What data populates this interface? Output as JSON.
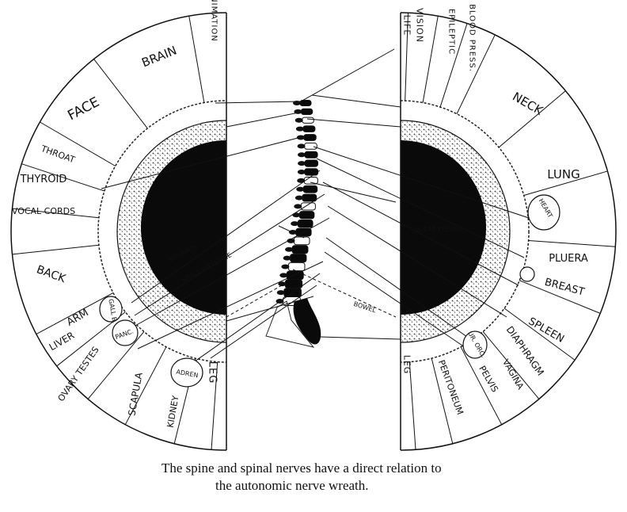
{
  "diagram": {
    "left_zones": [
      "ANIMATION",
      "BRAIN",
      "FACE",
      "THROAT",
      "THYROID",
      "VOCAL CORDS",
      "BACK",
      "ARM",
      "LIVER",
      "OVARY TESTES",
      "SCAPULA",
      "KIDNEY",
      "LEG"
    ],
    "right_zones": [
      "LIFE",
      "VISION",
      "EPILEPTIC",
      "BLOOD PRESS.",
      "NECK",
      "LUNG",
      "PLUERA",
      "BREAST",
      "SPLEEN",
      "DIAPHRAGM",
      "VAGINA",
      "PELVIS",
      "PERITONEUM",
      "LEG"
    ],
    "small_labels": {
      "gall_b": "GALL B.",
      "panc": "PANC.",
      "adren": "ADREN",
      "heart": "HEART",
      "ur_oro": "UR. ORO.",
      "stomach": "STOMACH",
      "small_intestine": "SMALL INTESTINE",
      "solar_plexus": "SOLAR PLEXUS",
      "bowel": "BOWEL"
    }
  },
  "caption": {
    "line1": "The spine and spinal nerves have a direct relation to",
    "line2": "the autonomic nerve wreath."
  }
}
